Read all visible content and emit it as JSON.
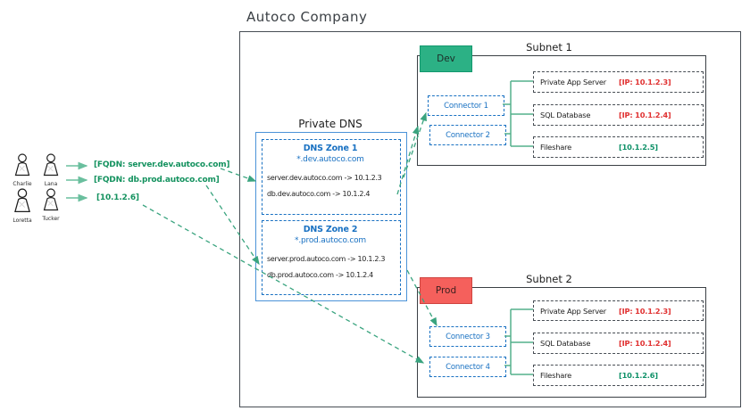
{
  "title": "Autoco Company",
  "users": {
    "names": [
      "Charlie",
      "Lana",
      "Loretta",
      "Tucker"
    ],
    "requests": [
      {
        "label": "[FQDN: server.dev.autoco.com]"
      },
      {
        "label": "[FQDN: db.prod.autoco.com]"
      },
      {
        "label": "[10.1.2.6]"
      }
    ]
  },
  "private_dns": {
    "title": "Private DNS",
    "zones": [
      {
        "name": "DNS Zone 1",
        "domain": "*.dev.autoco.com",
        "records": [
          "server.dev.autoco.com -> 10.1.2.3",
          "db.dev.autoco.com -> 10.1.2.4"
        ]
      },
      {
        "name": "DNS Zone 2",
        "domain": "*.prod.autoco.com",
        "records": [
          "server.prod.autoco.com -> 10.1.2.3",
          "db.prod.autoco.com -> 10.1.2.4"
        ]
      }
    ]
  },
  "subnets": [
    {
      "name": "Subnet 1",
      "badge": "Dev",
      "connectors": [
        "Connector 1",
        "Connector 2"
      ],
      "resources": [
        {
          "label": "Private App Server",
          "ip": "[IP: 10.1.2.3]",
          "ip_color": "#e03131"
        },
        {
          "label": "SQL Database",
          "ip": "[IP: 10.1.2.4]",
          "ip_color": "#e03131"
        },
        {
          "label": "Fileshare",
          "ip": "[10.1.2.5]",
          "ip_color": "#0f9168"
        }
      ]
    },
    {
      "name": "Subnet 2",
      "badge": "Prod",
      "connectors": [
        "Connector 3",
        "Connector 4"
      ],
      "resources": [
        {
          "label": "Private App Server",
          "ip": "[IP: 10.1.2.3]",
          "ip_color": "#e03131"
        },
        {
          "label": "SQL Database",
          "ip": "[IP: 10.1.2.4]",
          "ip_color": "#e03131"
        },
        {
          "label": "Fileshare",
          "ip": "[10.1.2.6]",
          "ip_color": "#0f9168"
        }
      ]
    }
  ],
  "colors": {
    "blue": "#1971c2",
    "green_text": "#14925f",
    "green_arrow": "#3aa47f",
    "red": "#e03131",
    "dev_badge_fill": "#2cb185",
    "prod_badge_fill": "#f5605c",
    "box_dark": "#3a3f44"
  }
}
